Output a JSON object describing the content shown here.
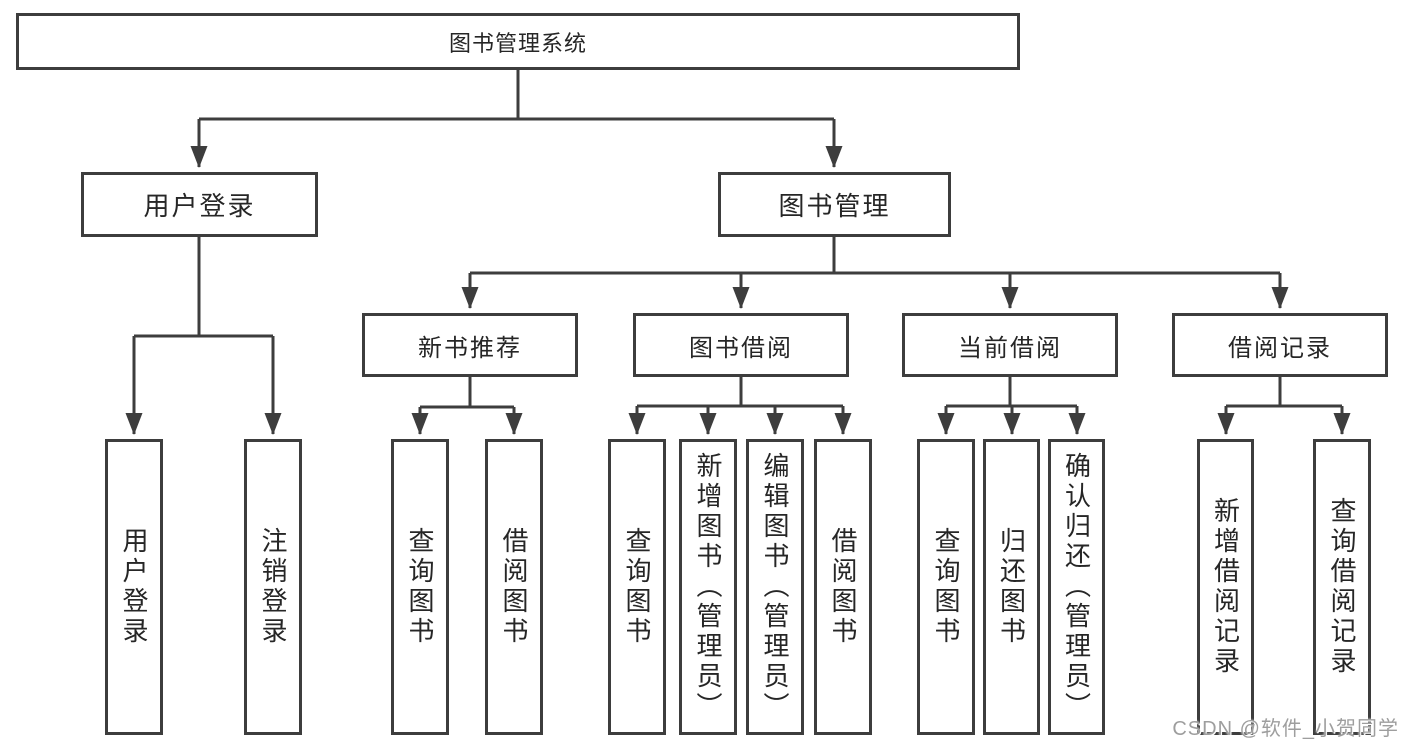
{
  "title": "图书管理系统",
  "level2": [
    {
      "label": "用户登录"
    },
    {
      "label": "图书管理"
    }
  ],
  "level3": [
    {
      "label": "新书推荐"
    },
    {
      "label": "图书借阅"
    },
    {
      "label": "当前借阅"
    },
    {
      "label": "借阅记录"
    }
  ],
  "leaves": {
    "user_login": [
      "用户登录",
      "注销登录"
    ],
    "new_book": [
      "查询图书",
      "借阅图书"
    ],
    "borrow": [
      "查询图书",
      "新增图书（管理员）",
      "编辑图书（管理员）",
      "借阅图书"
    ],
    "current": [
      "查询图书",
      "归还图书",
      "确认归还（管理员）"
    ],
    "records": [
      "新增借阅记录",
      "查询借阅记录"
    ]
  },
  "watermark": "CSDN @软件_小贺同学",
  "colors": {
    "line": "#3d3d3d",
    "text": "#262626",
    "watermark": "#9e9e9e"
  }
}
